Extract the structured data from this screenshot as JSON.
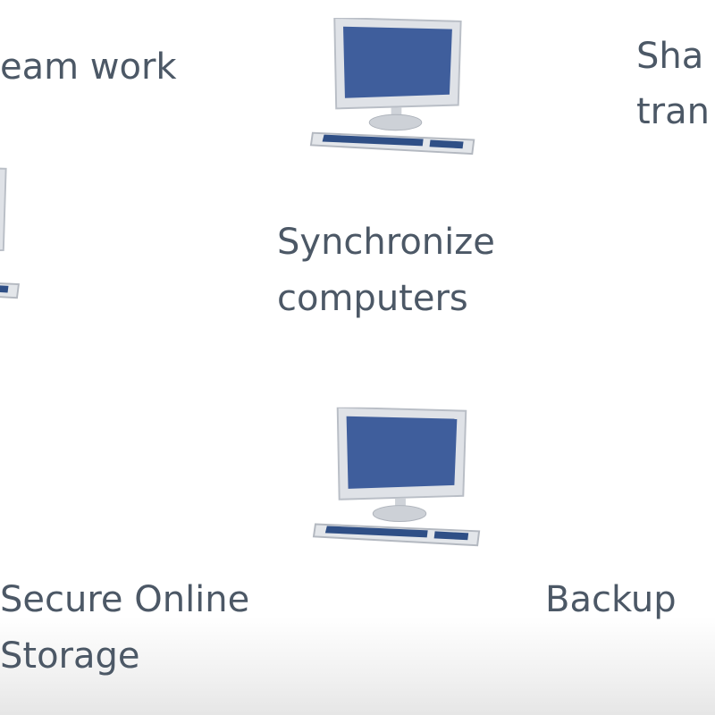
{
  "labels": {
    "team_work": "eam work",
    "share_line1": "Sha",
    "share_line2": "tran",
    "synchronize_line1": "Synchronize",
    "synchronize_line2": "computers",
    "secure_line1": "Secure Online",
    "secure_line2": "Storage",
    "backup": "Backup"
  },
  "colors": {
    "text": "#4c5866",
    "screen": "#3f5e9c",
    "frame": "#e4e6ea"
  }
}
